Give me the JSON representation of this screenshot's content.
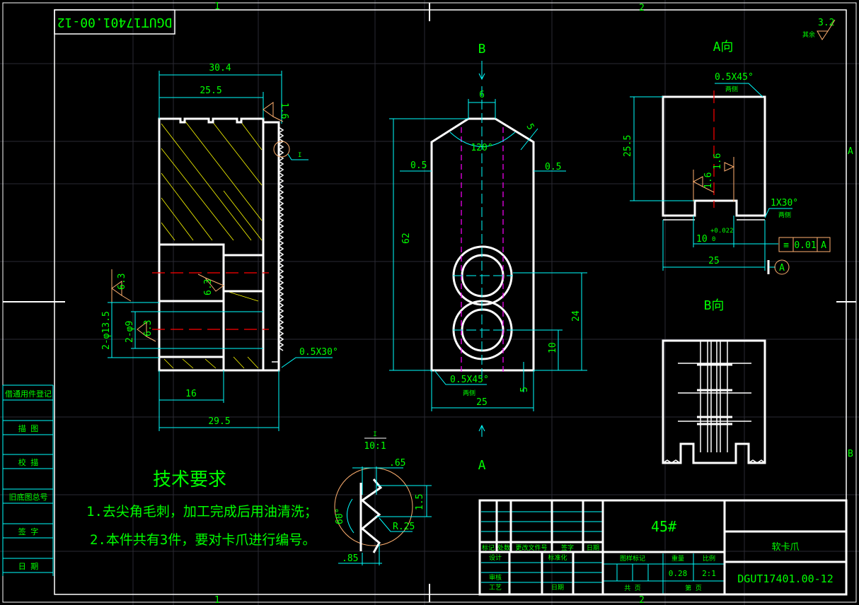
{
  "drawing_number_rotated": "DGUT17401.00-12",
  "zones": {
    "top": [
      "1",
      "2"
    ],
    "bottom": [
      "1",
      "2"
    ],
    "side": [
      "A",
      "B"
    ]
  },
  "left_column": [
    "借通用件登记",
    "描 图",
    "校 描",
    "旧底图总号",
    "签 字",
    "日 期"
  ],
  "surface_finish_note": {
    "label": "其余",
    "value": "3.2"
  },
  "section_view": {
    "dims": [
      "30.4",
      "25.5",
      "1.6",
      "I",
      "6.3",
      "6.3",
      "6.3",
      "2-φ13.5",
      "2-φ9",
      "0.5X30°",
      "16",
      "29.5"
    ]
  },
  "front_view": {
    "label_top": "B",
    "label_bottom": "A",
    "dims": [
      "6",
      "5",
      "120°",
      "0.5",
      "0.5",
      "62",
      "24",
      "10",
      "5",
      "0.5X45°",
      "两侧",
      "25"
    ]
  },
  "view_a": {
    "title": "A向",
    "dims": [
      "0.5X45°",
      "两侧",
      "25.5",
      "1.6",
      "1.6",
      "1X30°",
      "两侧",
      "10",
      "+0.022",
      "0",
      "25"
    ],
    "tolerance_frame": {
      "symbol": "≡",
      "value": "0.01",
      "datum": "A"
    },
    "datum": "A"
  },
  "view_b": {
    "title": "B向"
  },
  "detail": {
    "label": "I",
    "scale": "10:1",
    "dims": [
      ".65",
      "1.5",
      "60°",
      "R.25",
      ".85"
    ]
  },
  "tech_requirements": {
    "title": "技术要求",
    "items": [
      "1.去尖角毛刺，加工完成后用油清洗；",
      "2.本件共有3件，要对卡爪进行编号。"
    ]
  },
  "title_block": {
    "material": "45#",
    "part_name": "软卡爪",
    "drawing_number": "DGUT17401.00-12",
    "revision_headers": [
      "标记",
      "处数",
      "更改文件号",
      "签字",
      "日期"
    ],
    "roles": [
      "设计",
      "标准化",
      "审核",
      "工艺",
      "日期"
    ],
    "info_headers": [
      "图样标记",
      "重量",
      "比例"
    ],
    "weight": "0.28",
    "scale": "2:1",
    "sheet_total": "共 页",
    "sheet_no": "第 页"
  }
}
